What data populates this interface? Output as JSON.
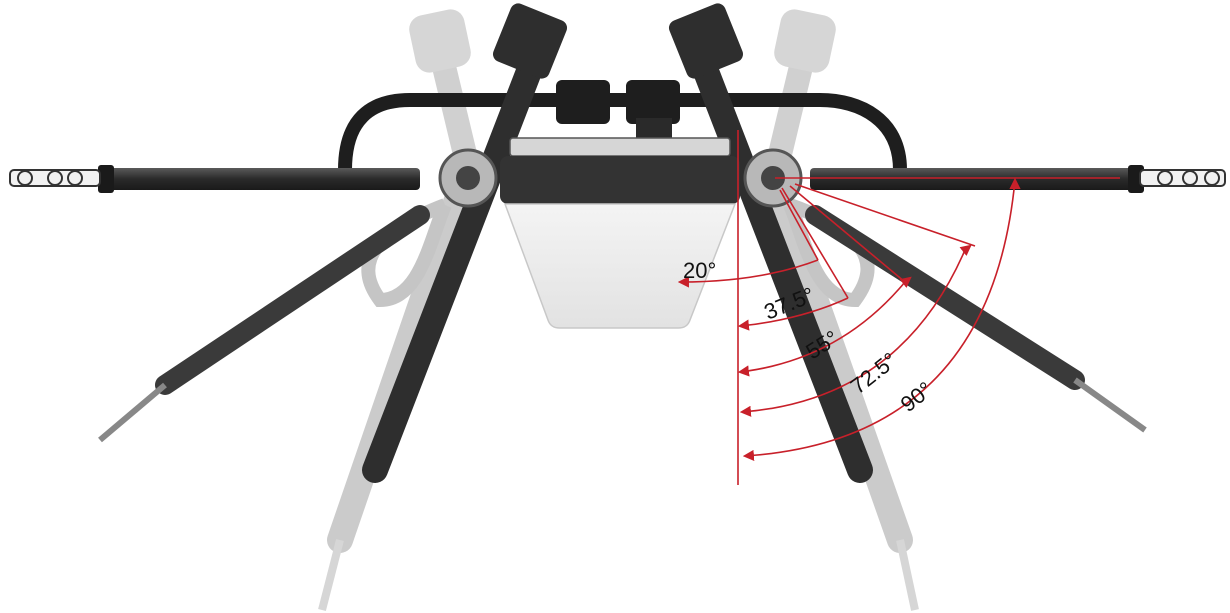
{
  "diagram": {
    "subject": "drone arm folding angles",
    "colors": {
      "annotation": "#c8202a",
      "arm_dark": "#2e2e2e",
      "arm_ghost": "#9a9a9a",
      "body": "#3a3a3a",
      "tank": "#ececec",
      "label": "#111111"
    },
    "angle_labels": [
      "20°",
      "37.5°",
      "55°",
      "72.5°",
      "90°"
    ],
    "angles": [
      20,
      37.5,
      55,
      72.5,
      90
    ]
  }
}
